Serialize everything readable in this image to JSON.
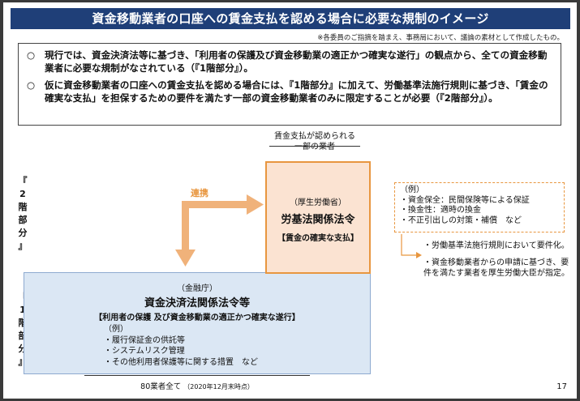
{
  "title": "資金移動業者の口座への賃金支払を認める場合に必要な規制のイメージ",
  "note": "※各委員のご指摘を踏まえ、事務局において、議論の素材として作成したもの。",
  "intro": {
    "bullet_mark": "○",
    "items": [
      "現行では、資金決済法等に基づき、「利用者の保護及び資金移動業の適正かつ確実な遂行」の観点から、全ての資金移動業者に必要な規制がなされている（『1階部分』）。",
      "仮に資金移動業者の口座への賃金支払を認める場合には、『1階部分』に加えて、労働基準法施行規則に基づき、「賃金の確実な支払」を担保するための要件を満たす一部の資金移動業者のみに限定することが必要（『2階部分』）。"
    ]
  },
  "top_label": {
    "line1": "賃金支払が認められる",
    "line2": "一部の業者"
  },
  "side_labels": {
    "second": [
      "『",
      "2",
      "階",
      "部",
      "分",
      "』"
    ],
    "first": [
      "『",
      "1",
      "階",
      "部",
      "分",
      "』"
    ]
  },
  "upper_box": {
    "org": "（厚生労働省）",
    "law": "労基法関係法令",
    "sub": "【賃金の確実な支払】"
  },
  "connect_label": "連携",
  "example_box": {
    "heading": "（例）",
    "items": [
      "・資金保全：民間保険等による保証",
      "・換金性：適時の換金",
      "・不正引出しの対策・補償　など"
    ]
  },
  "arrow_notes": [
    "・労働基準法施行規則において要件化。",
    "・資金移動業者からの申請に基づき、要件を満たす業者を厚生労働大臣が指定。"
  ],
  "lower_box": {
    "org": "（金融庁）",
    "law": "資金決済法関係法令等",
    "sub": "【利用者の保護 及び資金移動業の適正かつ確実な遂行】",
    "examples": [
      "（例）",
      "・履行保証金の供託等",
      "・システムリスク管理",
      "・その他利用者保護等に関する措置　など"
    ]
  },
  "bottom_label": {
    "main": "80業者全て",
    "sub": "（2020年12月末時点）"
  },
  "page_number": "17",
  "colors": {
    "title_bg": "#1f3f78",
    "upper_fill": "#fbe3d2",
    "upper_border": "#e8963f",
    "lower_fill": "#dbe7f4",
    "arrow": "#f0b27a"
  }
}
